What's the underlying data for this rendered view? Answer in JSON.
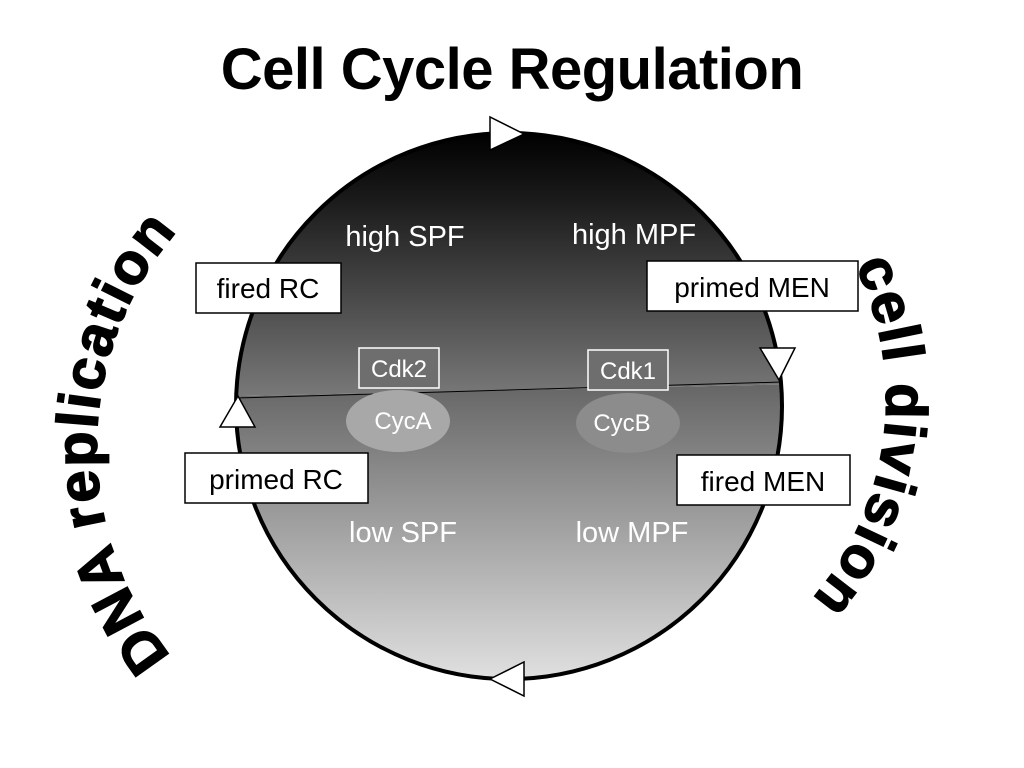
{
  "title": "Cell Cycle Regulation",
  "arc_labels": {
    "left": "DNA replication",
    "right": "cell division"
  },
  "upper_labels": {
    "left": "high SPF",
    "right": "high MPF"
  },
  "lower_labels": {
    "left": "low SPF",
    "right": "low MPF"
  },
  "boxes": {
    "fired_rc": "fired RC",
    "primed_rc": "primed RC",
    "primed_men": "primed MEN",
    "fired_men": "fired MEN"
  },
  "kinases": {
    "cdk2": "Cdk2",
    "cdk1": "Cdk1"
  },
  "cyclins": {
    "cyca": "CycA",
    "cycb": "CycB"
  }
}
